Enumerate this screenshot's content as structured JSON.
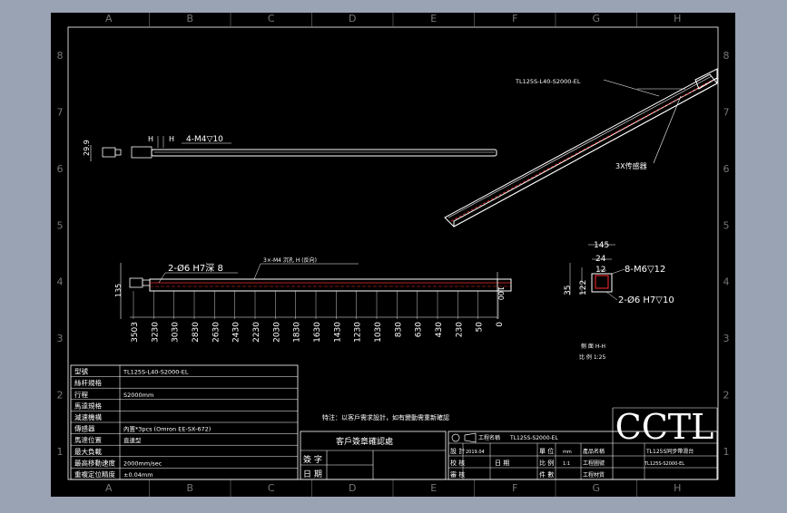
{
  "sheet": {
    "col_labels": [
      "A",
      "B",
      "C",
      "D",
      "E",
      "F",
      "G",
      "H"
    ],
    "row_labels": [
      "8",
      "7",
      "6",
      "5",
      "4",
      "3",
      "2",
      "1"
    ],
    "colors": {
      "background": "#9aa3b3",
      "paper": "#000000",
      "line": "#ffffff",
      "accent": "#ff2a2a",
      "dim": "#c8c8c8"
    }
  },
  "views": {
    "iso": {
      "model_label": "TL125S-L40-S2000-EL",
      "sensor_label": "3X传感器"
    },
    "top": {
      "dim_h1": "H",
      "dim_h2": "H",
      "hole_label": "4-M4▽10",
      "height_label": "29.9"
    },
    "front": {
      "pin_label": "2-Ø6 H7深 8",
      "holes_label": "3×-M4 沉孔 H (反向)",
      "height_label": "135",
      "right_label": "100",
      "positions": [
        "3503",
        "3230",
        "3030",
        "2830",
        "2630",
        "2430",
        "2230",
        "2030",
        "1830",
        "1630",
        "1430",
        "1230",
        "1030",
        "830",
        "630",
        "430",
        "230",
        "50",
        "0"
      ]
    },
    "side": {
      "dim_top": "145",
      "dim_mid": "24",
      "dim_small": "12",
      "tap_label": "8-M6▽12",
      "height_left": "35",
      "height_right": "122",
      "pin_label": "2-Ø6 H7▽10",
      "view_title": "侧 面 H-H",
      "scale": "比 例 1:25"
    }
  },
  "spec_table": {
    "rows": [
      {
        "label": "型號",
        "value": "TL125S-L40-S2000-EL"
      },
      {
        "label": "絲杆規格",
        "value": ""
      },
      {
        "label": "行程",
        "value": "S2000mm"
      },
      {
        "label": "馬達規格",
        "value": ""
      },
      {
        "label": "減速機構",
        "value": ""
      },
      {
        "label": "傳感器",
        "value": "內置*3pcs (Omron EE-SX-672)"
      },
      {
        "label": "馬達位置",
        "value": "直連型"
      },
      {
        "label": "最大負載",
        "value": ""
      },
      {
        "label": "最高移動速度",
        "value": "2000mm/sec"
      },
      {
        "label": "重複定位精度",
        "value": "±0.04mm"
      }
    ]
  },
  "note": "特注：以客戶需求設計，如有變動需重新確認",
  "customer_confirm": {
    "title": "客戶簽章確認處",
    "sign": "簽 字",
    "date": "日 期"
  },
  "title_block": {
    "project_label": "工程名稱",
    "project_value": "TL125S-S2000-EL",
    "design": "設 計",
    "check": "校 核",
    "approve": "審 核",
    "date_label": "日 期",
    "designer_value": "2019.04",
    "unit_label": "單 位",
    "unit_value": "mm",
    "scale_label": "比 例",
    "scale_value": "1:1",
    "qty_label": "件 數",
    "product_label": "產品名稱",
    "product_value": "TL125S同步帶滑台",
    "drawing_no_label": "工程圖號",
    "drawing_no_value": "TL125S-S2000-EL",
    "material_label": "工程材質",
    "logo": "CCTL"
  }
}
